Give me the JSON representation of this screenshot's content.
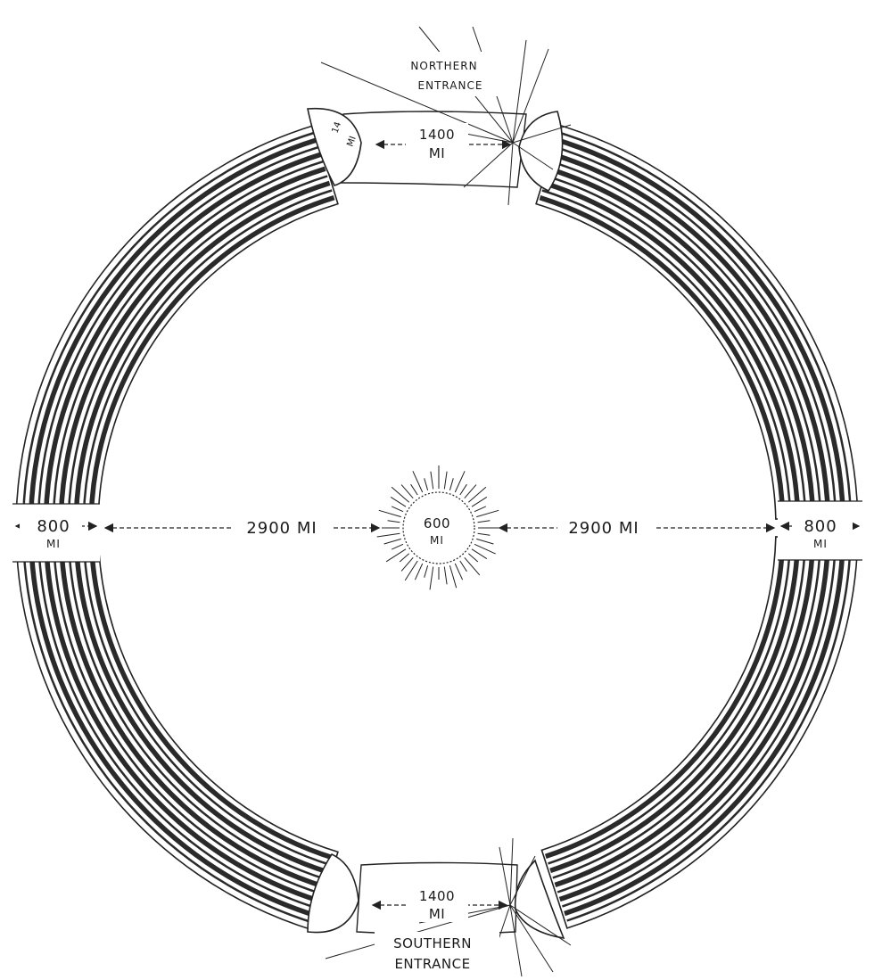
{
  "northern_entrance": {
    "label_line1": "NORTHERN",
    "label_line2": "ENTRANCE",
    "width_value": "1400",
    "width_unit": "MI",
    "gap_label_line1": "14",
    "gap_label_line2": "MI"
  },
  "southern_entrance": {
    "label_line1": "SOUTHERN",
    "label_line2": "ENTRANCE",
    "width_value": "1400",
    "width_unit": "MI"
  },
  "left_ring_width": {
    "value": "800",
    "unit": "MI"
  },
  "right_ring_width": {
    "value": "800",
    "unit": "MI"
  },
  "left_radius": "2900 MI",
  "right_radius": "2900 MI",
  "central_sun": {
    "value": "600",
    "unit": "MI"
  },
  "colors": {
    "ink": "#1a1a1a",
    "paper": "#ffffff",
    "band": "#2a2a2a"
  }
}
